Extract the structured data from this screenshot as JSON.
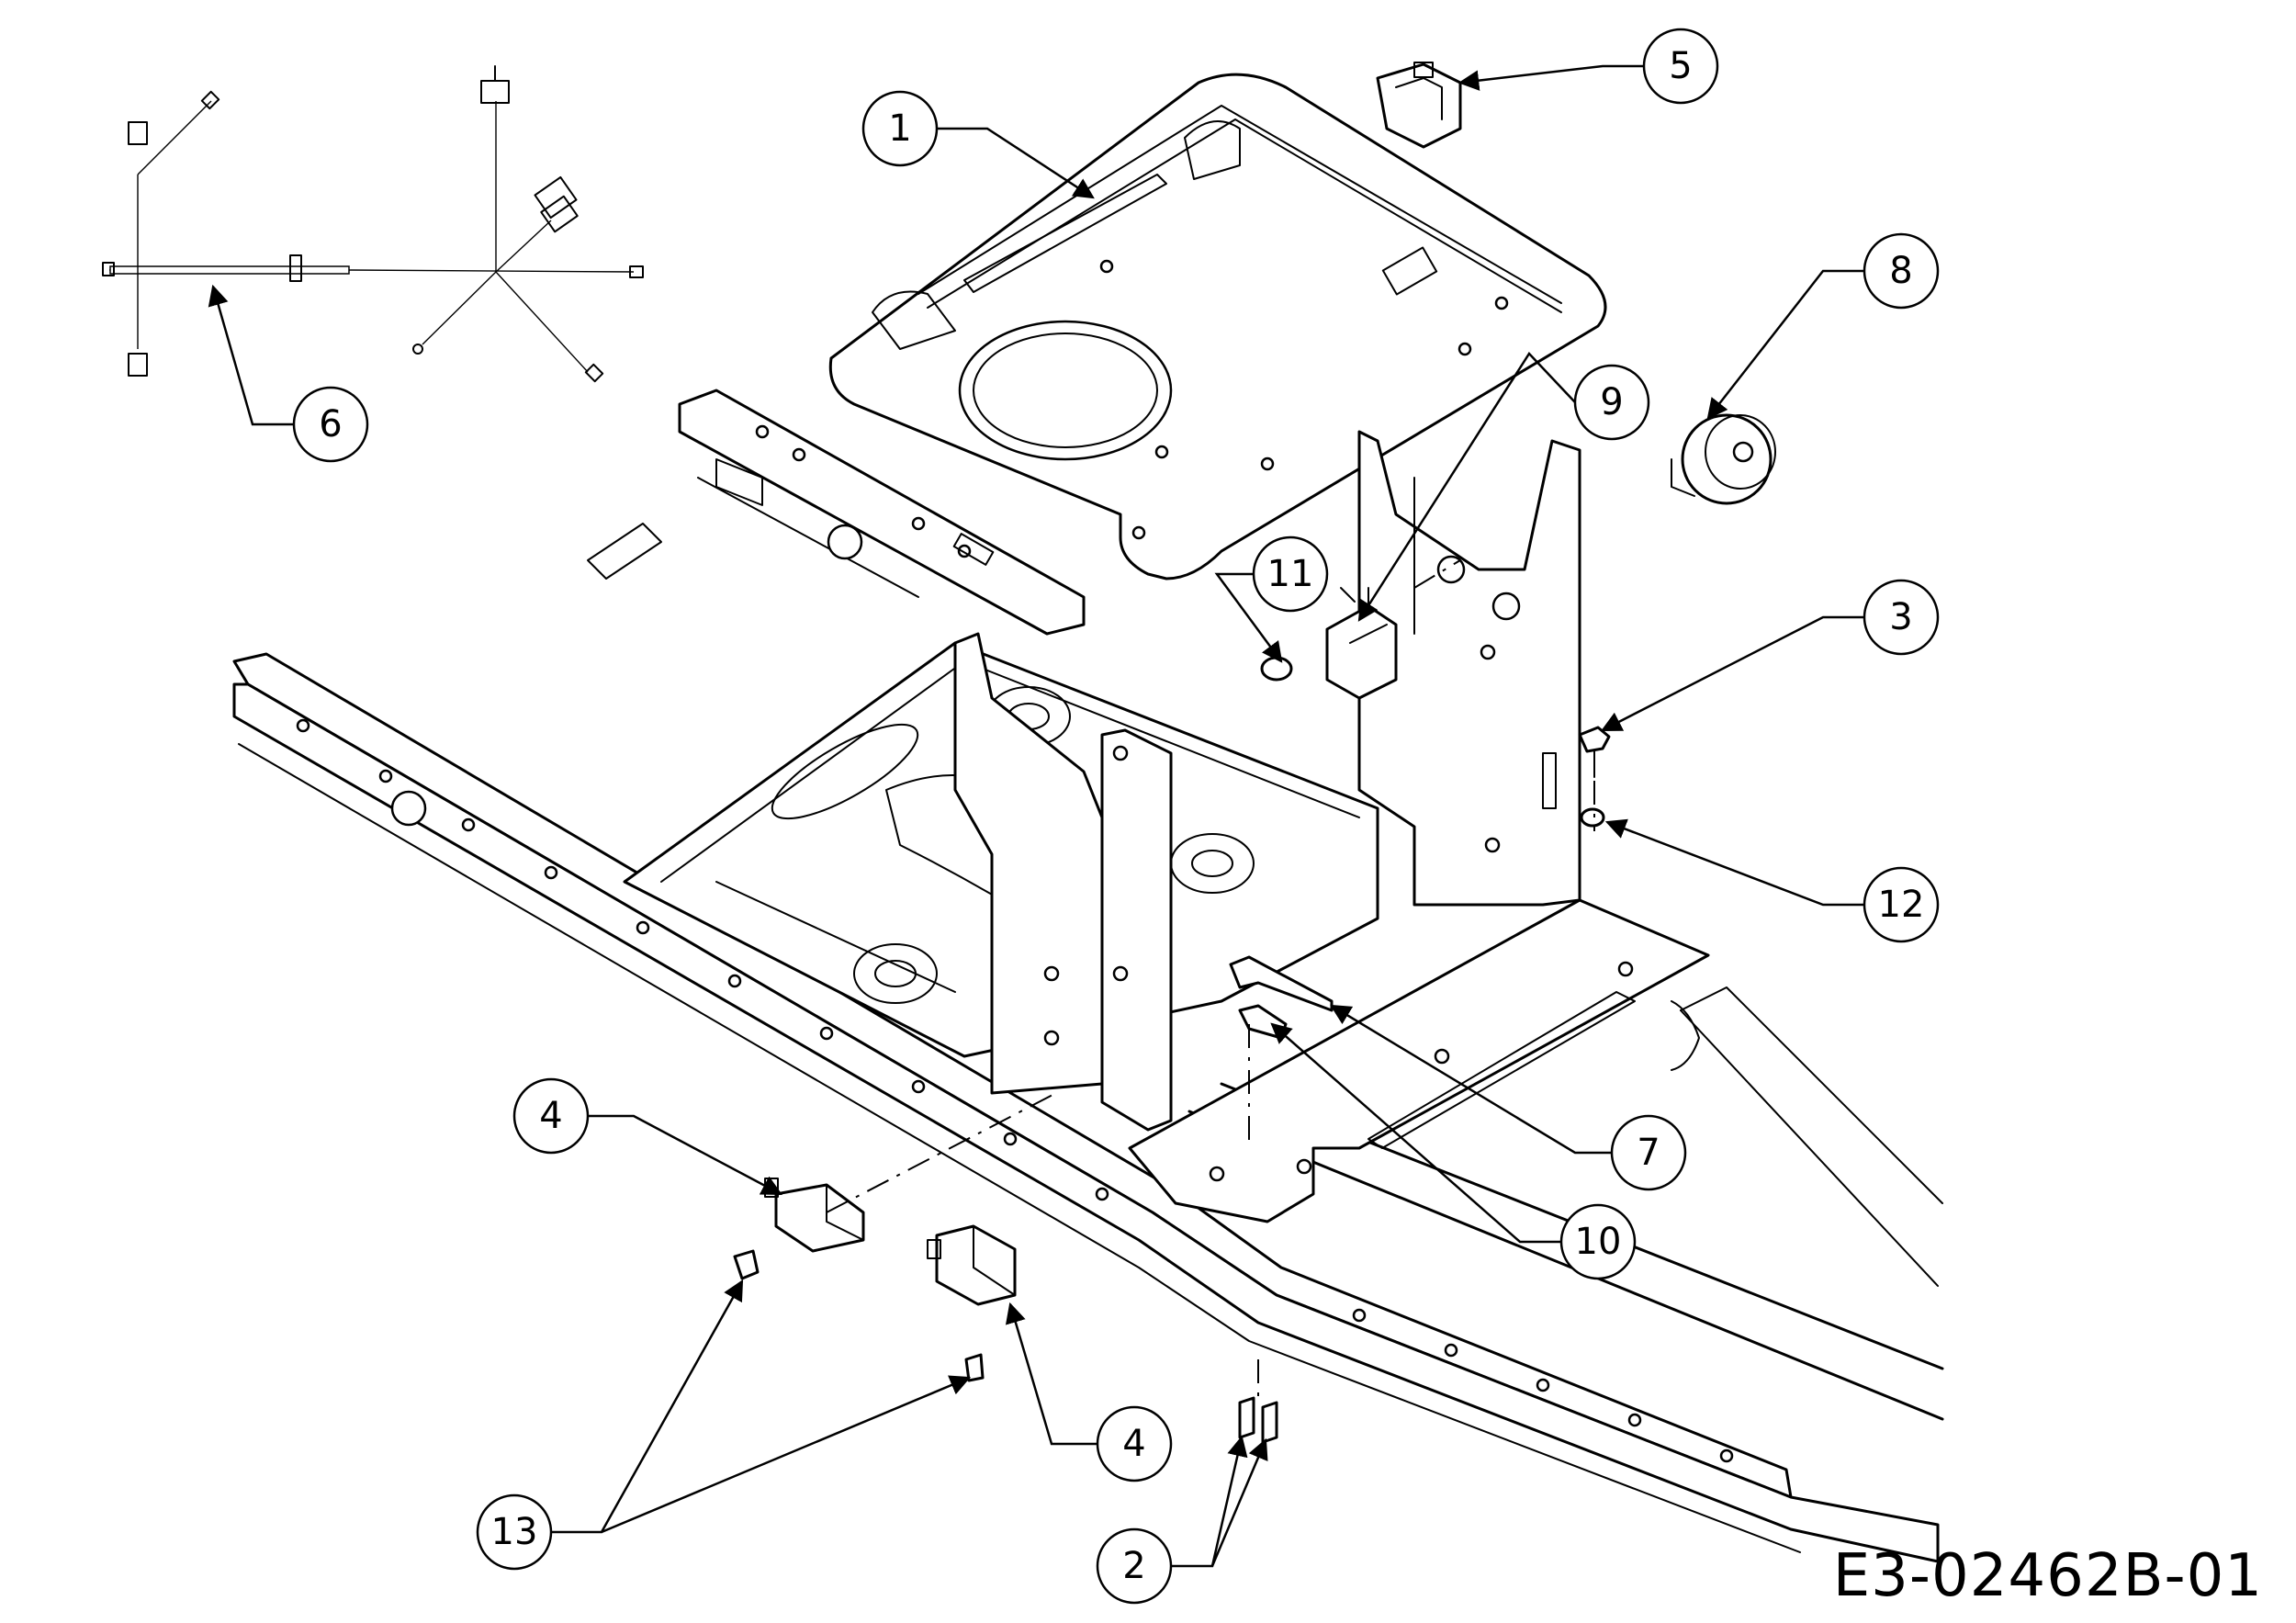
{
  "drawing_code": "E3-02462B-01",
  "callouts": [
    "1",
    "2",
    "3",
    "4",
    "4",
    "5",
    "6",
    "7",
    "8",
    "9",
    "10",
    "11",
    "12",
    "13"
  ]
}
